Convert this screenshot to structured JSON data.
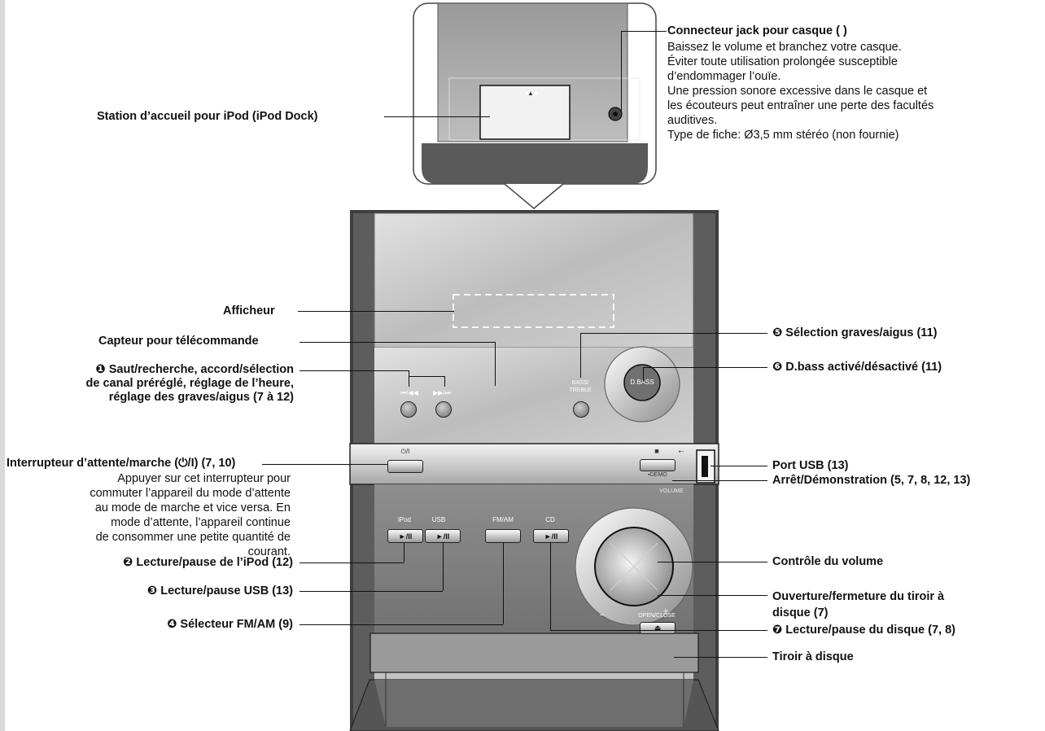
{
  "device": {
    "dock_arrow": "▲",
    "skip_back": "⏮/◀◀",
    "skip_fwd": "▶▶/⏭",
    "bass_treble_label": "BASS/\nTREBLE",
    "dbass_label": "D.BASS",
    "power_label": "⏻/I",
    "stop_symbol": "■",
    "usb_symbol": "⭠",
    "demo_label": "▪DEMO",
    "volume_label": "VOLUME",
    "minus": "−",
    "plus": "+",
    "open_close_label": "OPEN/CLOSE",
    "eject_symbol": "⏏",
    "ipod_label": "iPod",
    "usb_label": "USB",
    "fmam_label": "FM/AM",
    "cd_label": "CD",
    "play_pause": "►/II"
  },
  "callouts": {
    "dock": "Station d’accueil pour iPod (iPod Dock)",
    "headphone_title": "Connecteur jack pour casque ( )",
    "headphone_note": [
      "Baissez le volume et branchez votre casque.",
      "Éviter toute utilisation prolongée susceptible",
      "d’endommager l’ouïe.",
      "Une pression sonore excessive dans le casque et",
      "les écouteurs peut entraîner une perte des facultés",
      "auditives.",
      "Type de fiche: Ø3,5 mm stéréo (non fournie)"
    ],
    "display": "Afficheur",
    "sensor": "Capteur pour télécommande",
    "skip": [
      "❶ Saut/recherche, accord/sélection",
      "de canal préréglé, réglage de l’heure,",
      "réglage des graves/aigus (7 à 12)"
    ],
    "standby_title": "Interrupteur d’attente/marche (⏻/I) (7, 10)",
    "standby_note": [
      "Appuyer sur cet interrupteur pour",
      "commuter l’appareil du mode d’attente",
      "au mode de marche et vice versa. En",
      "mode d’attente, l’appareil continue",
      "de consommer une petite quantité de",
      "courant."
    ],
    "ipod_play": "❷ Lecture/pause de l’iPod (12)",
    "usb_play": "❸ Lecture/pause USB (13)",
    "fmam_sel": "❹ Sélecteur FM/AM (9)",
    "bass_sel": "❺ Sélection graves/aigus (11)",
    "dbass": "❻ D.bass activé/désactivé (11)",
    "usb_port": "Port USB (13)",
    "stop_demo": "Arrêt/Démonstration (5, 7, 8, 12, 13)",
    "volume": "Contrôle du volume",
    "open_close": [
      "Ouverture/fermeture du tiroir à",
      "disque (7)"
    ],
    "disc_play": "❼ Lecture/pause du disque (7, 8)",
    "disc_tray": "Tiroir à disque"
  }
}
